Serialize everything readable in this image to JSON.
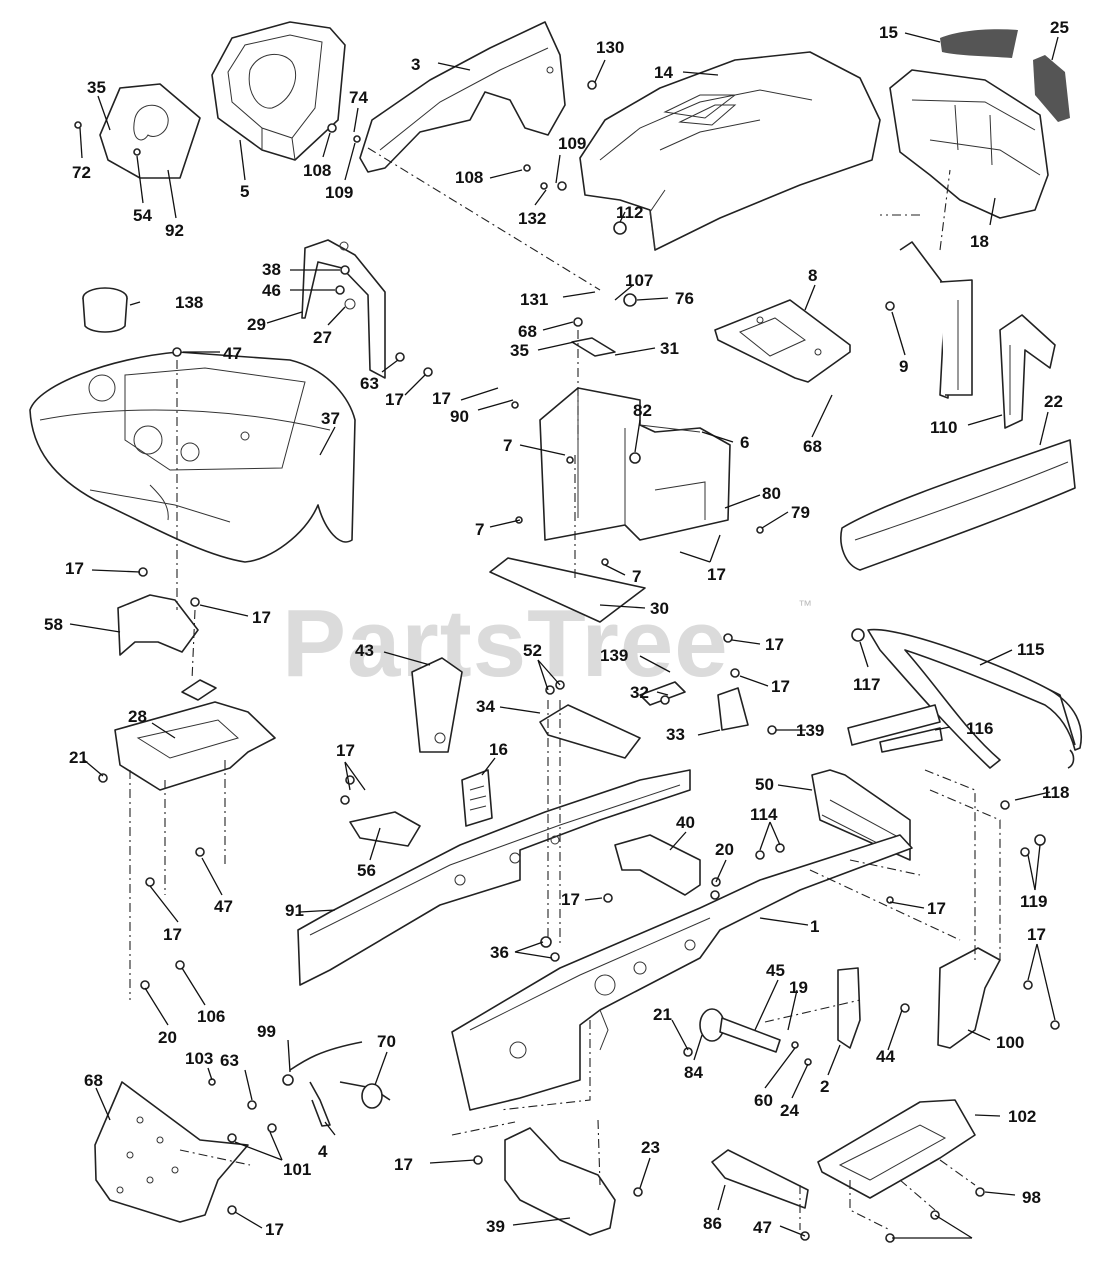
{
  "watermark": {
    "text": "PartsTree",
    "trademark": "™"
  },
  "callouts": [
    {
      "id": "c3",
      "text": "3"
    },
    {
      "id": "c130",
      "text": "130"
    },
    {
      "id": "c14",
      "text": "14"
    },
    {
      "id": "c15",
      "text": "15"
    },
    {
      "id": "c25",
      "text": "25"
    },
    {
      "id": "c35a",
      "text": "35"
    },
    {
      "id": "c72",
      "text": "72"
    },
    {
      "id": "c54",
      "text": "54"
    },
    {
      "id": "c92",
      "text": "92"
    },
    {
      "id": "c5",
      "text": "5"
    },
    {
      "id": "c74",
      "text": "74"
    },
    {
      "id": "c108a",
      "text": "108"
    },
    {
      "id": "c109a",
      "text": "109"
    },
    {
      "id": "c108b",
      "text": "108"
    },
    {
      "id": "c109b",
      "text": "109"
    },
    {
      "id": "c132",
      "text": "132"
    },
    {
      "id": "c112",
      "text": "112"
    },
    {
      "id": "c18",
      "text": "18"
    },
    {
      "id": "c38",
      "text": "38"
    },
    {
      "id": "c46",
      "text": "46"
    },
    {
      "id": "c29",
      "text": "29"
    },
    {
      "id": "c27",
      "text": "27"
    },
    {
      "id": "c138",
      "text": "138"
    },
    {
      "id": "c47a",
      "text": "47"
    },
    {
      "id": "c63a",
      "text": "63"
    },
    {
      "id": "c17a",
      "text": "17"
    },
    {
      "id": "c131",
      "text": "131"
    },
    {
      "id": "c107",
      "text": "107"
    },
    {
      "id": "c76",
      "text": "76"
    },
    {
      "id": "c68a",
      "text": "68"
    },
    {
      "id": "c35b",
      "text": "35"
    },
    {
      "id": "c31",
      "text": "31"
    },
    {
      "id": "c8",
      "text": "8"
    },
    {
      "id": "c9",
      "text": "9"
    },
    {
      "id": "c110",
      "text": "110"
    },
    {
      "id": "c22",
      "text": "22"
    },
    {
      "id": "c68b",
      "text": "68"
    },
    {
      "id": "c37",
      "text": "37"
    },
    {
      "id": "c17b",
      "text": "17"
    },
    {
      "id": "c90",
      "text": "90"
    },
    {
      "id": "c82",
      "text": "82"
    },
    {
      "id": "c7a",
      "text": "7"
    },
    {
      "id": "c6",
      "text": "6"
    },
    {
      "id": "c80",
      "text": "80"
    },
    {
      "id": "c79",
      "text": "79"
    },
    {
      "id": "c7b",
      "text": "7"
    },
    {
      "id": "c17c",
      "text": "17"
    },
    {
      "id": "c7c",
      "text": "7"
    },
    {
      "id": "c17d",
      "text": "17"
    },
    {
      "id": "c58",
      "text": "58"
    },
    {
      "id": "c17e",
      "text": "17"
    },
    {
      "id": "c30",
      "text": "30"
    },
    {
      "id": "c43",
      "text": "43"
    },
    {
      "id": "c52",
      "text": "52"
    },
    {
      "id": "c139a",
      "text": "139"
    },
    {
      "id": "c17f",
      "text": "17"
    },
    {
      "id": "c115",
      "text": "115"
    },
    {
      "id": "c117",
      "text": "117"
    },
    {
      "id": "c32",
      "text": "32"
    },
    {
      "id": "c17g",
      "text": "17"
    },
    {
      "id": "c34",
      "text": "34"
    },
    {
      "id": "c33",
      "text": "33"
    },
    {
      "id": "c139b",
      "text": "139"
    },
    {
      "id": "c116",
      "text": "116"
    },
    {
      "id": "c28",
      "text": "28"
    },
    {
      "id": "c21a",
      "text": "21"
    },
    {
      "id": "c17h",
      "text": "17"
    },
    {
      "id": "c16",
      "text": "16"
    },
    {
      "id": "c50",
      "text": "50"
    },
    {
      "id": "c118",
      "text": "118"
    },
    {
      "id": "c56",
      "text": "56"
    },
    {
      "id": "c114",
      "text": "114"
    },
    {
      "id": "c40",
      "text": "40"
    },
    {
      "id": "c20a",
      "text": "20"
    },
    {
      "id": "c47b",
      "text": "47"
    },
    {
      "id": "c119",
      "text": "119"
    },
    {
      "id": "c17i",
      "text": "17"
    },
    {
      "id": "c17j",
      "text": "17"
    },
    {
      "id": "c91",
      "text": "91"
    },
    {
      "id": "c1",
      "text": "1"
    },
    {
      "id": "c17k",
      "text": "17"
    },
    {
      "id": "c36",
      "text": "36"
    },
    {
      "id": "c45",
      "text": "45"
    },
    {
      "id": "c17l",
      "text": "17"
    },
    {
      "id": "c19",
      "text": "19"
    },
    {
      "id": "c20b",
      "text": "20"
    },
    {
      "id": "c106",
      "text": "106"
    },
    {
      "id": "c21b",
      "text": "21"
    },
    {
      "id": "c44",
      "text": "44"
    },
    {
      "id": "c100",
      "text": "100"
    },
    {
      "id": "c99",
      "text": "99"
    },
    {
      "id": "c70",
      "text": "70"
    },
    {
      "id": "c84",
      "text": "84"
    },
    {
      "id": "c2",
      "text": "2"
    },
    {
      "id": "c68c",
      "text": "68"
    },
    {
      "id": "c103",
      "text": "103"
    },
    {
      "id": "c63b",
      "text": "63"
    },
    {
      "id": "c60",
      "text": "60"
    },
    {
      "id": "c24",
      "text": "24"
    },
    {
      "id": "c102",
      "text": "102"
    },
    {
      "id": "c4",
      "text": "4"
    },
    {
      "id": "c101",
      "text": "101"
    },
    {
      "id": "c17m",
      "text": "17"
    },
    {
      "id": "c23",
      "text": "23"
    },
    {
      "id": "c98",
      "text": "98"
    },
    {
      "id": "c39",
      "text": "39"
    },
    {
      "id": "c86",
      "text": "86"
    },
    {
      "id": "c17n",
      "text": "17"
    },
    {
      "id": "c47c",
      "text": "47"
    }
  ]
}
